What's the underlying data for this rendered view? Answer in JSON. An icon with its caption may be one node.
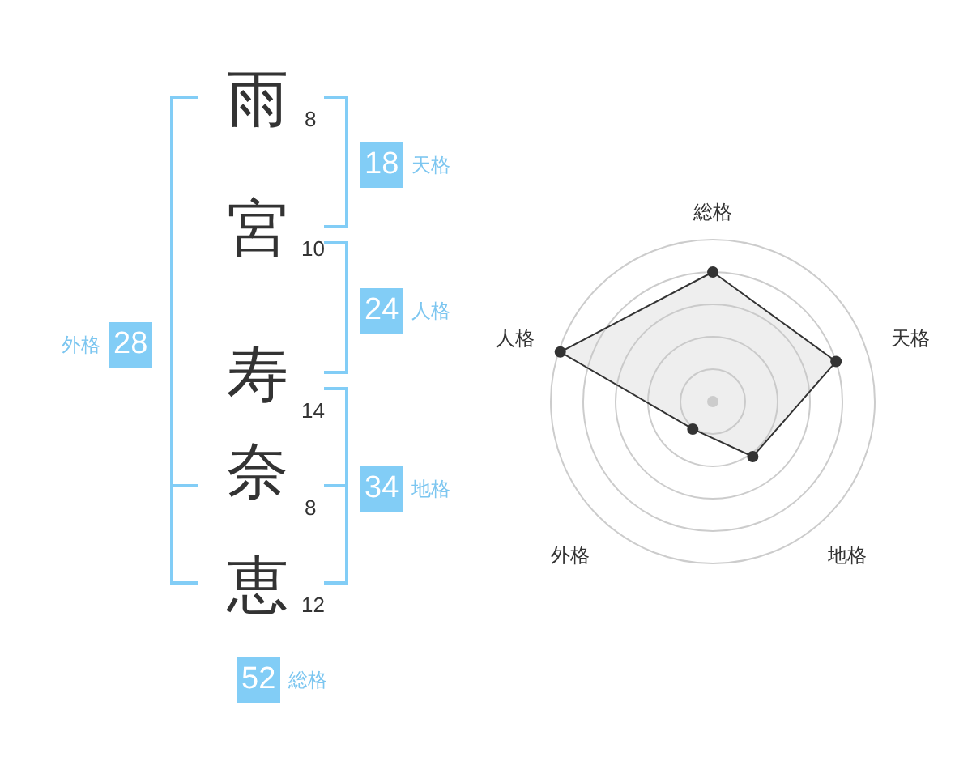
{
  "diagram": {
    "nodes": [
      {
        "text": [
          "18"
        ],
        "beside": [
          "天格"
        ]
      },
      {
        "text": [
          "24"
        ],
        "beside": [
          "人格"
        ]
      },
      {
        "text": [
          "28"
        ],
        "beside": [
          "外格"
        ]
      },
      {
        "text": [
          "34"
        ],
        "beside": [
          "地格"
        ]
      },
      {
        "text": [
          "52"
        ],
        "beside": [
          "総格"
        ]
      }
    ],
    "edges": [],
    "labels": [
      "雨",
      "8",
      "宮",
      "10",
      "寿",
      "14",
      "奈",
      "8",
      "恵",
      "12",
      "総格",
      "人格",
      "天格",
      "外格",
      "地格"
    ]
  }
}
